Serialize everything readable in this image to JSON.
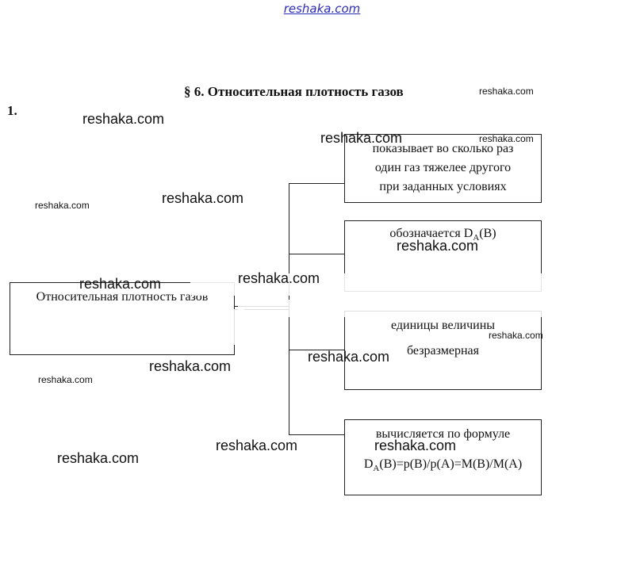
{
  "header": {
    "site_link": "reshaka.com"
  },
  "page": {
    "title": "§ 6. Относительная плотность газов",
    "task_number": "1."
  },
  "diagram": {
    "root": "Относительная плотность газов",
    "box1": {
      "line1": "показывает во сколько раз",
      "line2": "один газ тяжелее другого",
      "line3": "при заданных условиях"
    },
    "box2": {
      "prefix": "обозначается D",
      "sub": "A",
      "suffix": "(B)"
    },
    "box3": {
      "line1": "единицы величины",
      "line2": "безразмерная"
    },
    "box4": {
      "line1": "вычисляется по формуле",
      "formula_prefix": "D",
      "formula_sub": "A",
      "formula_suffix": "(B)=p(B)/p(A)=M(B)/M(A)"
    }
  },
  "watermarks": {
    "text": "reshaka.com"
  }
}
